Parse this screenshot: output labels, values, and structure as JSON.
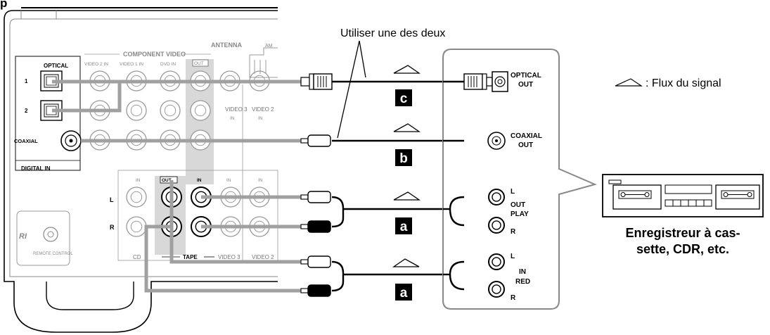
{
  "header": {
    "partial_title": "p"
  },
  "annotations": {
    "use_one_of_two": "Utiliser une des deux",
    "signal_flow_legend": ": Flux du signal"
  },
  "receiver": {
    "optical_label": "OPTICAL",
    "optical_1": "1",
    "optical_2": "2",
    "coaxial_label": "COAXIAL",
    "digital_in_label": "DIGITAL IN",
    "component_video_label": "COMPONENT VIDEO",
    "video2_in": "VIDEO 2 IN",
    "video1_in": "VIDEO 1 IN",
    "dvd_in": "DVD IN",
    "out_badge": "OUT",
    "antenna_label": "ANTENNA",
    "am_label": "AM",
    "video3_label": "VIDEO 3",
    "video2_label": "VIDEO 2",
    "in_label": "IN",
    "tape_label": "TAPE",
    "cd_label": "CD",
    "left_label": "L",
    "right_label": "R",
    "ri_logo": "RI",
    "remote_control": "REMOTE CONTROL"
  },
  "connections": {
    "c_label": "c",
    "b_label": "b",
    "a_label_1": "a",
    "a_label_2": "a"
  },
  "device_panel": {
    "optical_out": "OPTICAL OUT",
    "coaxial_out": "COAXIAL OUT",
    "out_play": "OUT PLAY",
    "in_rec": "IN RED",
    "l": "L",
    "r": "R"
  },
  "device": {
    "caption_line1": "Enregistreur à cas-",
    "caption_line2": "sette, CDR, etc."
  },
  "colors": {
    "cable_gray": "#a0a0a0",
    "cable_black": "#000000",
    "panel_gray": "#d8d8d8",
    "label_bg": "#000000"
  }
}
